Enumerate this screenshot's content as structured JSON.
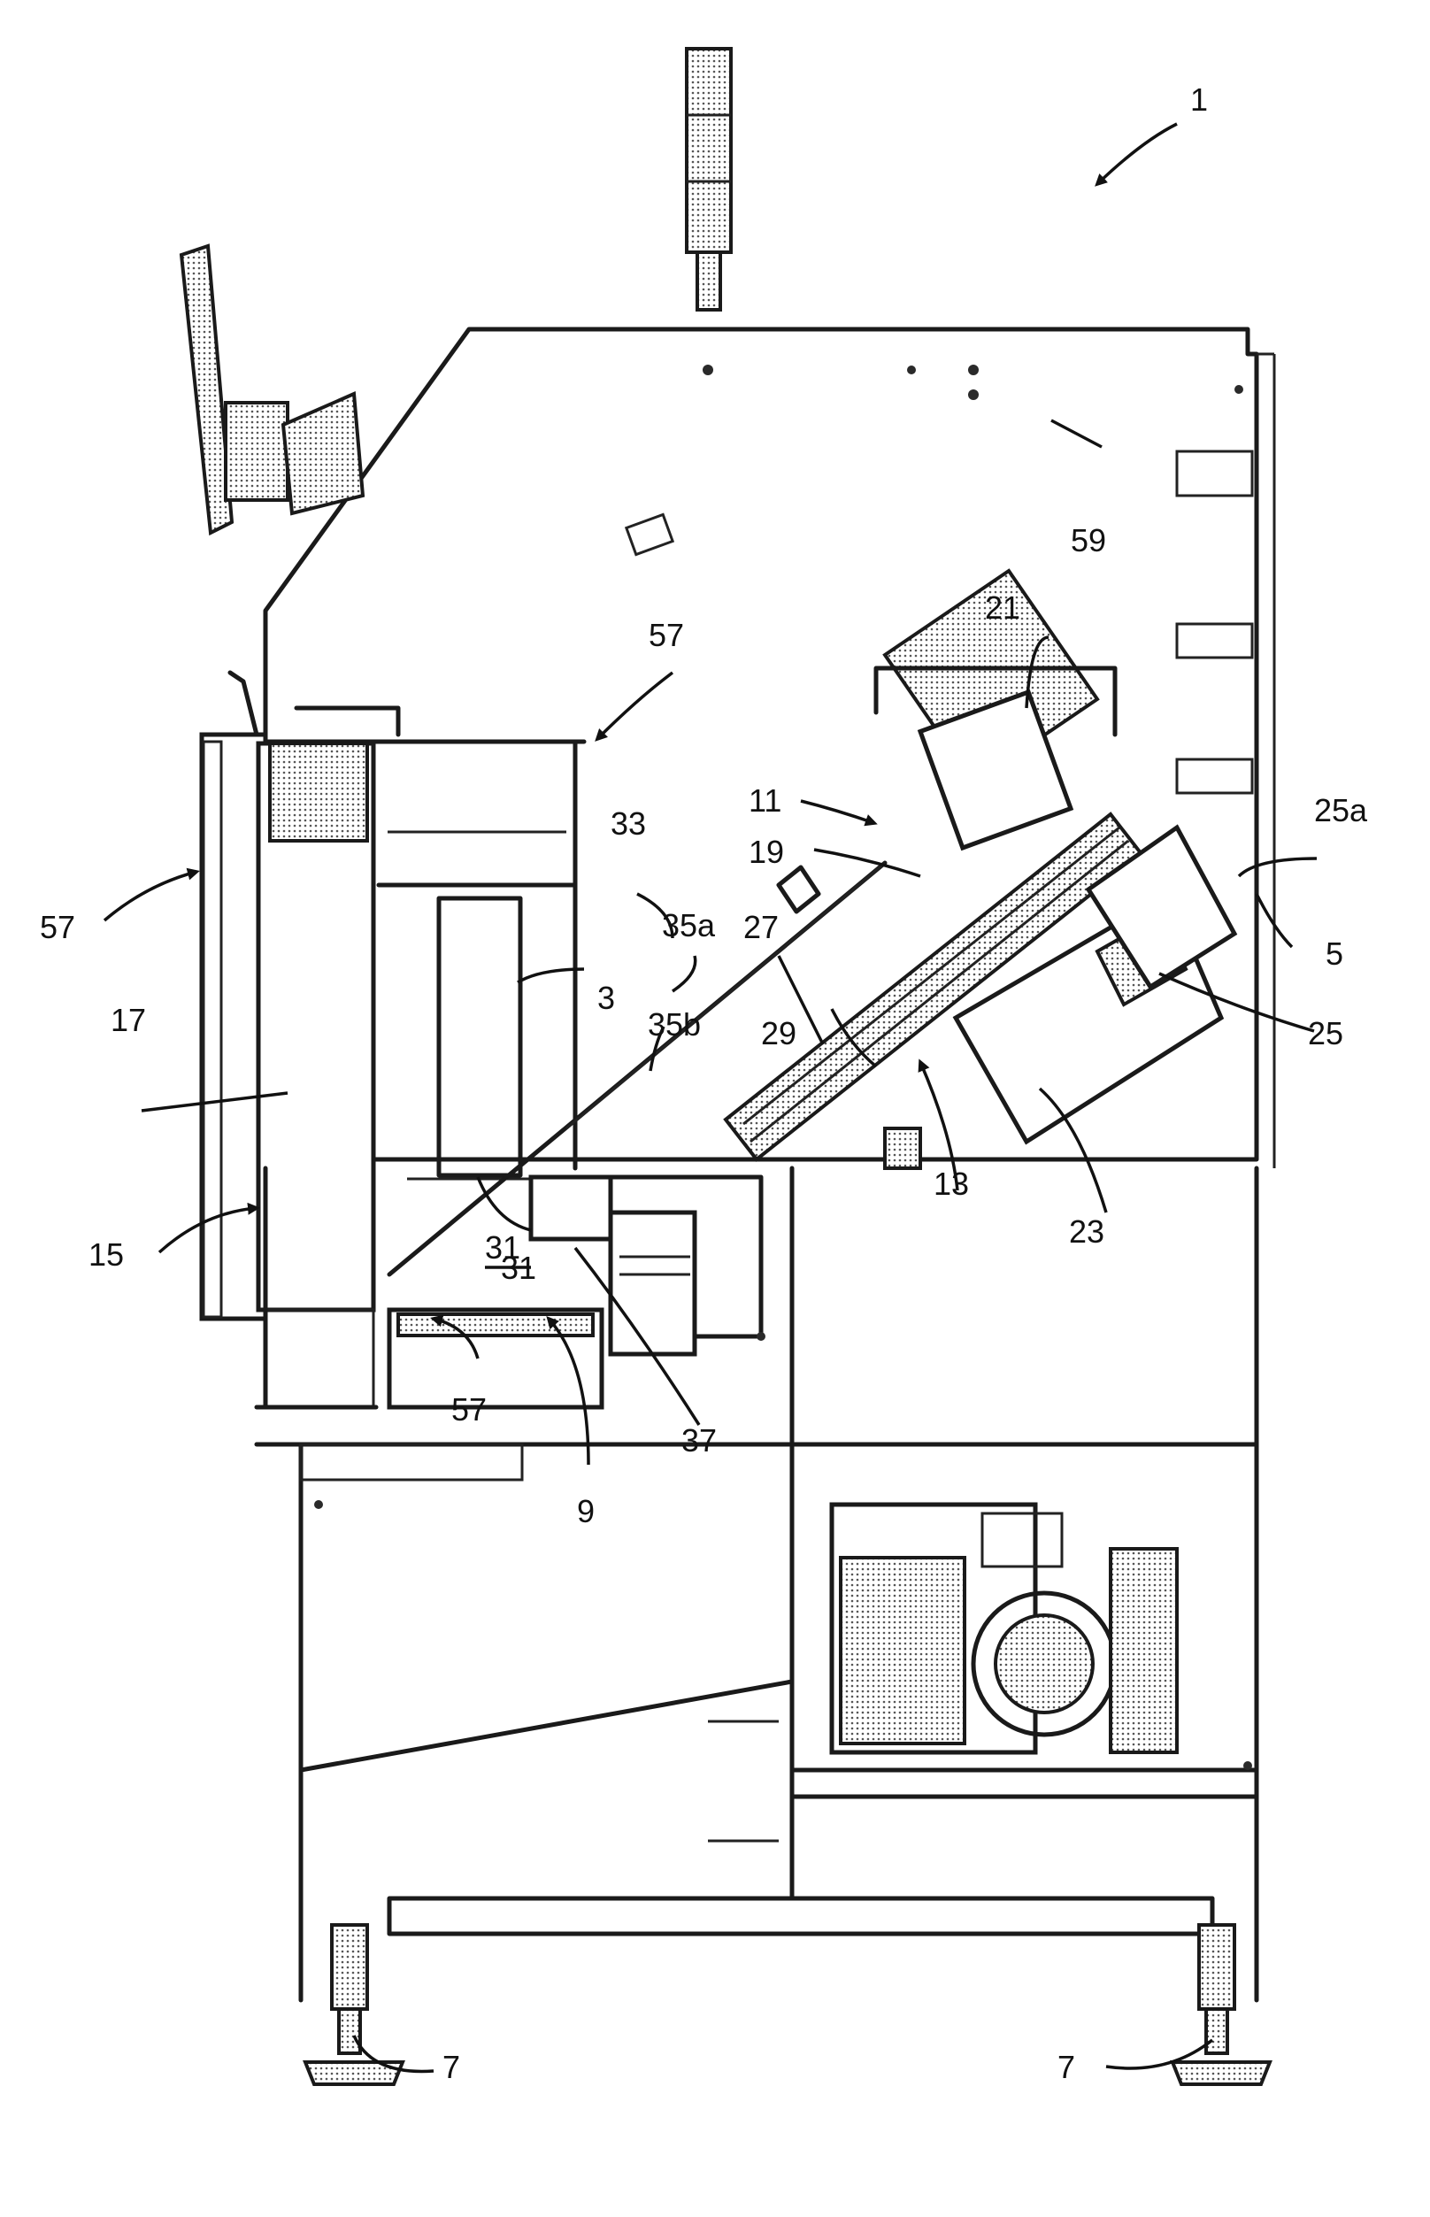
{
  "figure": {
    "labels": {
      "l1": "1",
      "l3": "3",
      "l5": "5",
      "l7_left": "7",
      "l7_right": "7",
      "l9": "9",
      "l11": "11",
      "l13": "13",
      "l15": "15",
      "l17": "17",
      "l19": "19",
      "l21": "21",
      "l23": "23",
      "l25": "25",
      "l25a": "25a",
      "l27": "27",
      "l29": "29",
      "l31_a": "31",
      "l31_b": "31",
      "l33": "33",
      "l35a": "35a",
      "l35b": "35b",
      "l37": "37",
      "l57_top": "57",
      "l57_left": "57",
      "l57_bottom": "57",
      "l59": "59"
    }
  }
}
